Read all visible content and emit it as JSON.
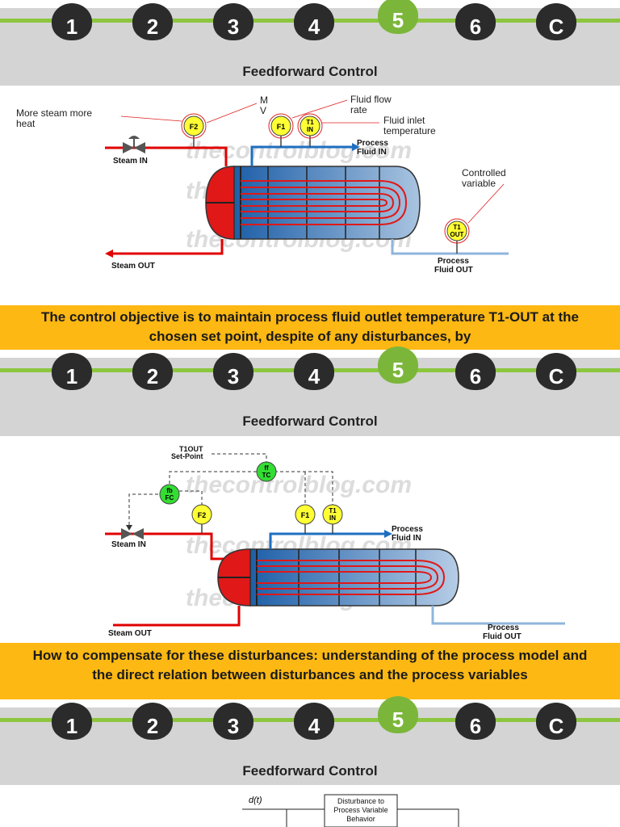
{
  "nav": {
    "steps": [
      "1",
      "2",
      "3",
      "4",
      "5",
      "6",
      "C"
    ],
    "active_step": "5",
    "colors": {
      "active": "#7bb63b",
      "inactive": "#2b2b2b",
      "line": "#8cc63f",
      "band": "#d4d4d4"
    }
  },
  "slide1": {
    "title": "Feedforward Control",
    "annotations": {
      "more_steam": "More steam more heat",
      "mv": "M\nV",
      "fluid_flow": "Fluid flow rate",
      "fluid_inlet": "Fluid inlet temperature",
      "controlled_variable": "Controlled variable"
    },
    "instruments": {
      "f2": "F2",
      "f1": "F1",
      "t1in": "T1\nIN",
      "t1out": "T1\nOUT"
    },
    "labels": {
      "steam_in": "Steam IN",
      "steam_out": "Steam OUT",
      "fluid_in": "Process\nFluid IN",
      "fluid_out": "Process\nFluid OUT"
    },
    "banner": "The control objective is to maintain process fluid outlet temperature T1-OUT at the chosen set point, despite of any disturbances, by"
  },
  "slide2": {
    "title": "Feedforward Control",
    "setpoint": "T1OUT\nSet-Point",
    "controllers": {
      "fftc": "ff\nTC",
      "fbfc": "fb\nFC"
    },
    "instruments": {
      "f2": "F2",
      "f1": "F1",
      "t1in": "T1\nIN"
    },
    "labels": {
      "steam_in": "Steam IN",
      "steam_out": "Steam OUT",
      "fluid_in": "Process\nFluid IN",
      "fluid_out": "Process\nFluid OUT"
    },
    "banner": "How to compensate for these disturbances: understanding of the process model and the direct relation between disturbances and the process variables"
  },
  "slide3": {
    "title": "Feedforward Control",
    "signal": "d(t)",
    "block": "Disturbance to\nProcess Variable\nBehavior"
  },
  "watermark": "thecontrolblog.com"
}
